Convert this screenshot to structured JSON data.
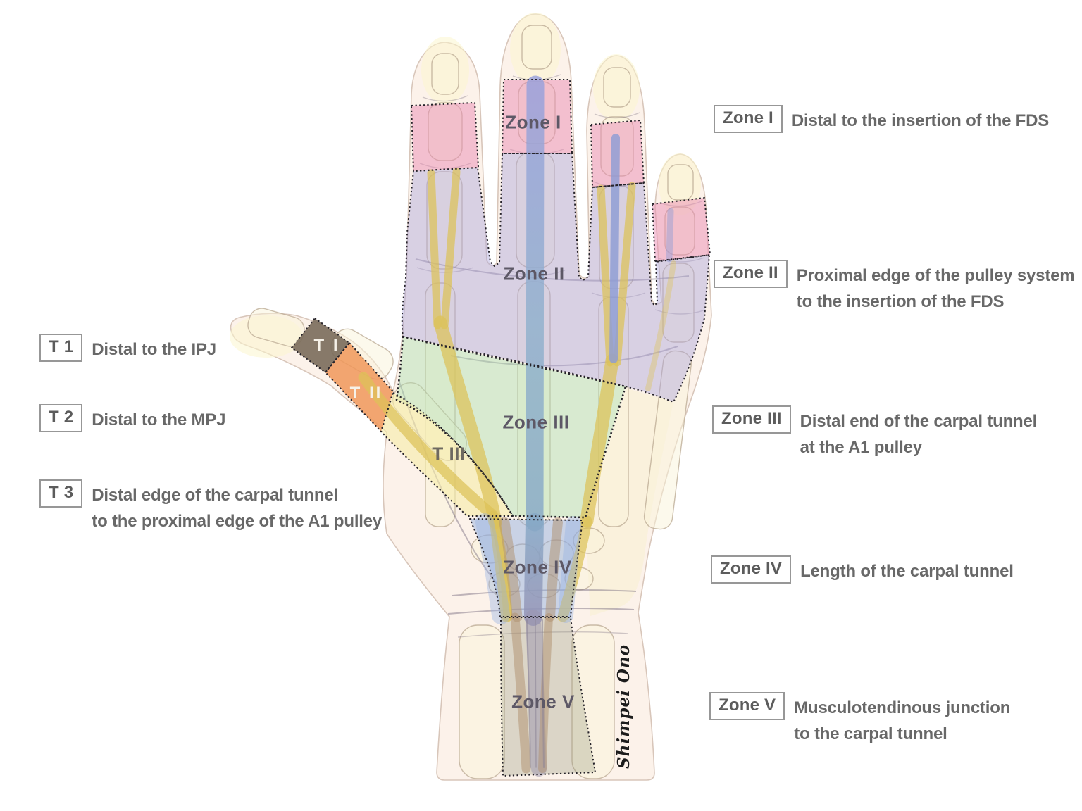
{
  "figure": {
    "title_implicit": "Flexor tendon zones of the hand",
    "hand_zone_labels": {
      "zone1": "Zone I",
      "zone2": "Zone II",
      "zone3": "Zone III",
      "zone4": "Zone IV",
      "zone5": "Zone V",
      "t1": "T I",
      "t2": "T II",
      "t3": "T III"
    },
    "signature": "Shimpei Ono"
  },
  "legend_right": [
    {
      "tag": "Zone I",
      "line1": "Distal to the insertion of the FDS",
      "line2": ""
    },
    {
      "tag": "Zone II",
      "line1": "Proximal edge of the pulley system",
      "line2": "to the insertion of the FDS"
    },
    {
      "tag": "Zone III",
      "line1": "Distal end of the carpal tunnel",
      "line2": "at the A1 pulley"
    },
    {
      "tag": "Zone IV",
      "line1": "Length of the carpal tunnel",
      "line2": ""
    },
    {
      "tag": "Zone V",
      "line1": "Musculotendinous junction",
      "line2": "to the carpal tunnel"
    }
  ],
  "legend_left": [
    {
      "tag": "T 1",
      "line1": "Distal to the IPJ",
      "line2": ""
    },
    {
      "tag": "T 2",
      "line1": "Distal to the MPJ",
      "line2": ""
    },
    {
      "tag": "T 3",
      "line1": "Distal edge of the carpal tunnel",
      "line2": "to the proximal edge of the A1 pulley"
    }
  ],
  "colors": {
    "zone1_pink": "#f2c3d6",
    "zone2_lavender": "#d9d5ec",
    "zone3_green": "#dcecd9",
    "zone4_blue": "#c3d3ec",
    "zone5_gray": "#d7d6c8",
    "t1_taupe": "#8a7c6d",
    "t2_orange": "#f2b083",
    "t3_yellow": "#f7f2cf",
    "tendon_yellow": "#dcc257",
    "tendon_blue": "#8e9cd4",
    "dotted_outline": "#26232a"
  }
}
